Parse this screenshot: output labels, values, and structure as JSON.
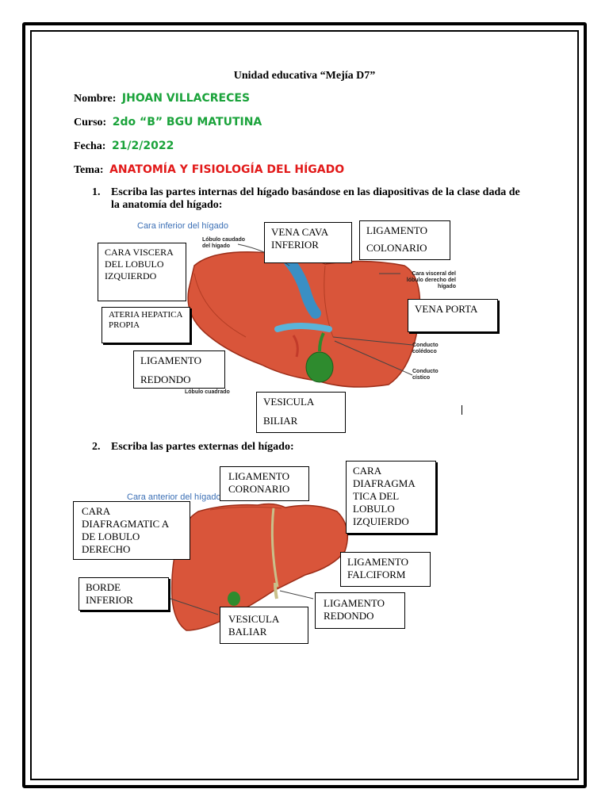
{
  "header": {
    "school": "Unidad educativa “Mejía D7”",
    "name_label": "Nombre:",
    "name_value": "JHOAN VILLACRECES",
    "course_label": "Curso:",
    "course_value": "2do “B” BGU MATUTINA",
    "date_label": "Fecha:",
    "date_value": "21/2/2022",
    "topic_label": "Tema:",
    "topic_value": "ANATOMÍA Y FISIOLOGÍA DEL HÍGADO"
  },
  "question1": {
    "number": "1.",
    "text": "Escriba las partes internas del hígado basándose en las diapositivas de la clase dada de la anatomía del hígado:",
    "figure_caption": "Cara inferior del hígado",
    "figure_labels": {
      "lobulo_caudado": "Lóbulo caudado del hígado",
      "cara_visceral": "Cara visceral del lóbulo derecho del hígado",
      "conducto_coledoco": "Conducto colédoco",
      "conducto_cistico": "Conducto cístico",
      "lobulo_cuadrado": "Lóbulo cuadrado"
    },
    "answers": {
      "cara_visceral": "CARA VISCERA DEL LOBULO IZQUIERDO",
      "vena_cava": "VENA CAVA INFERIOR",
      "ligamento_colonario_1": "LIGAMENTO",
      "ligamento_colonario_2": "COLONARIO",
      "arteria": "ATERIA HEPATICA PROPIA",
      "vena_porta": "VENA PORTA",
      "ligamento_redondo_1": "LIGAMENTO",
      "ligamento_redondo_2": "REDONDO",
      "vesicula_1": "VESICULA",
      "vesicula_2": "BILIAR"
    }
  },
  "question2": {
    "number": "2.",
    "text": "Escriba las partes externas del hígado:",
    "figure_caption": "Cara anterior del hígado",
    "answers": {
      "ligamento_coronario": "LIGAMENTO CORONARIO",
      "cara_diafragmatica_izq": "CARA DIAFRAGMA TICA DEL LOBULO IZQUIERDO",
      "cara_diafragmatica_der": "CARA DIAFRAGMATIC A DE LOBULO DERECHO",
      "ligamento_falciforme": "LIGAMENTO FALCIFORM",
      "borde_inferior": "BORDE INFERIOR",
      "ligamento_redondo": "LIGAMENTO REDONDO",
      "vesicula": "VESICULA BALIAR"
    }
  },
  "colors": {
    "green": "#1ba33b",
    "red": "#e21a1a",
    "liver": "#d9553a",
    "gallbladder": "#2e8b2e",
    "vein": "#5ab4d9"
  }
}
